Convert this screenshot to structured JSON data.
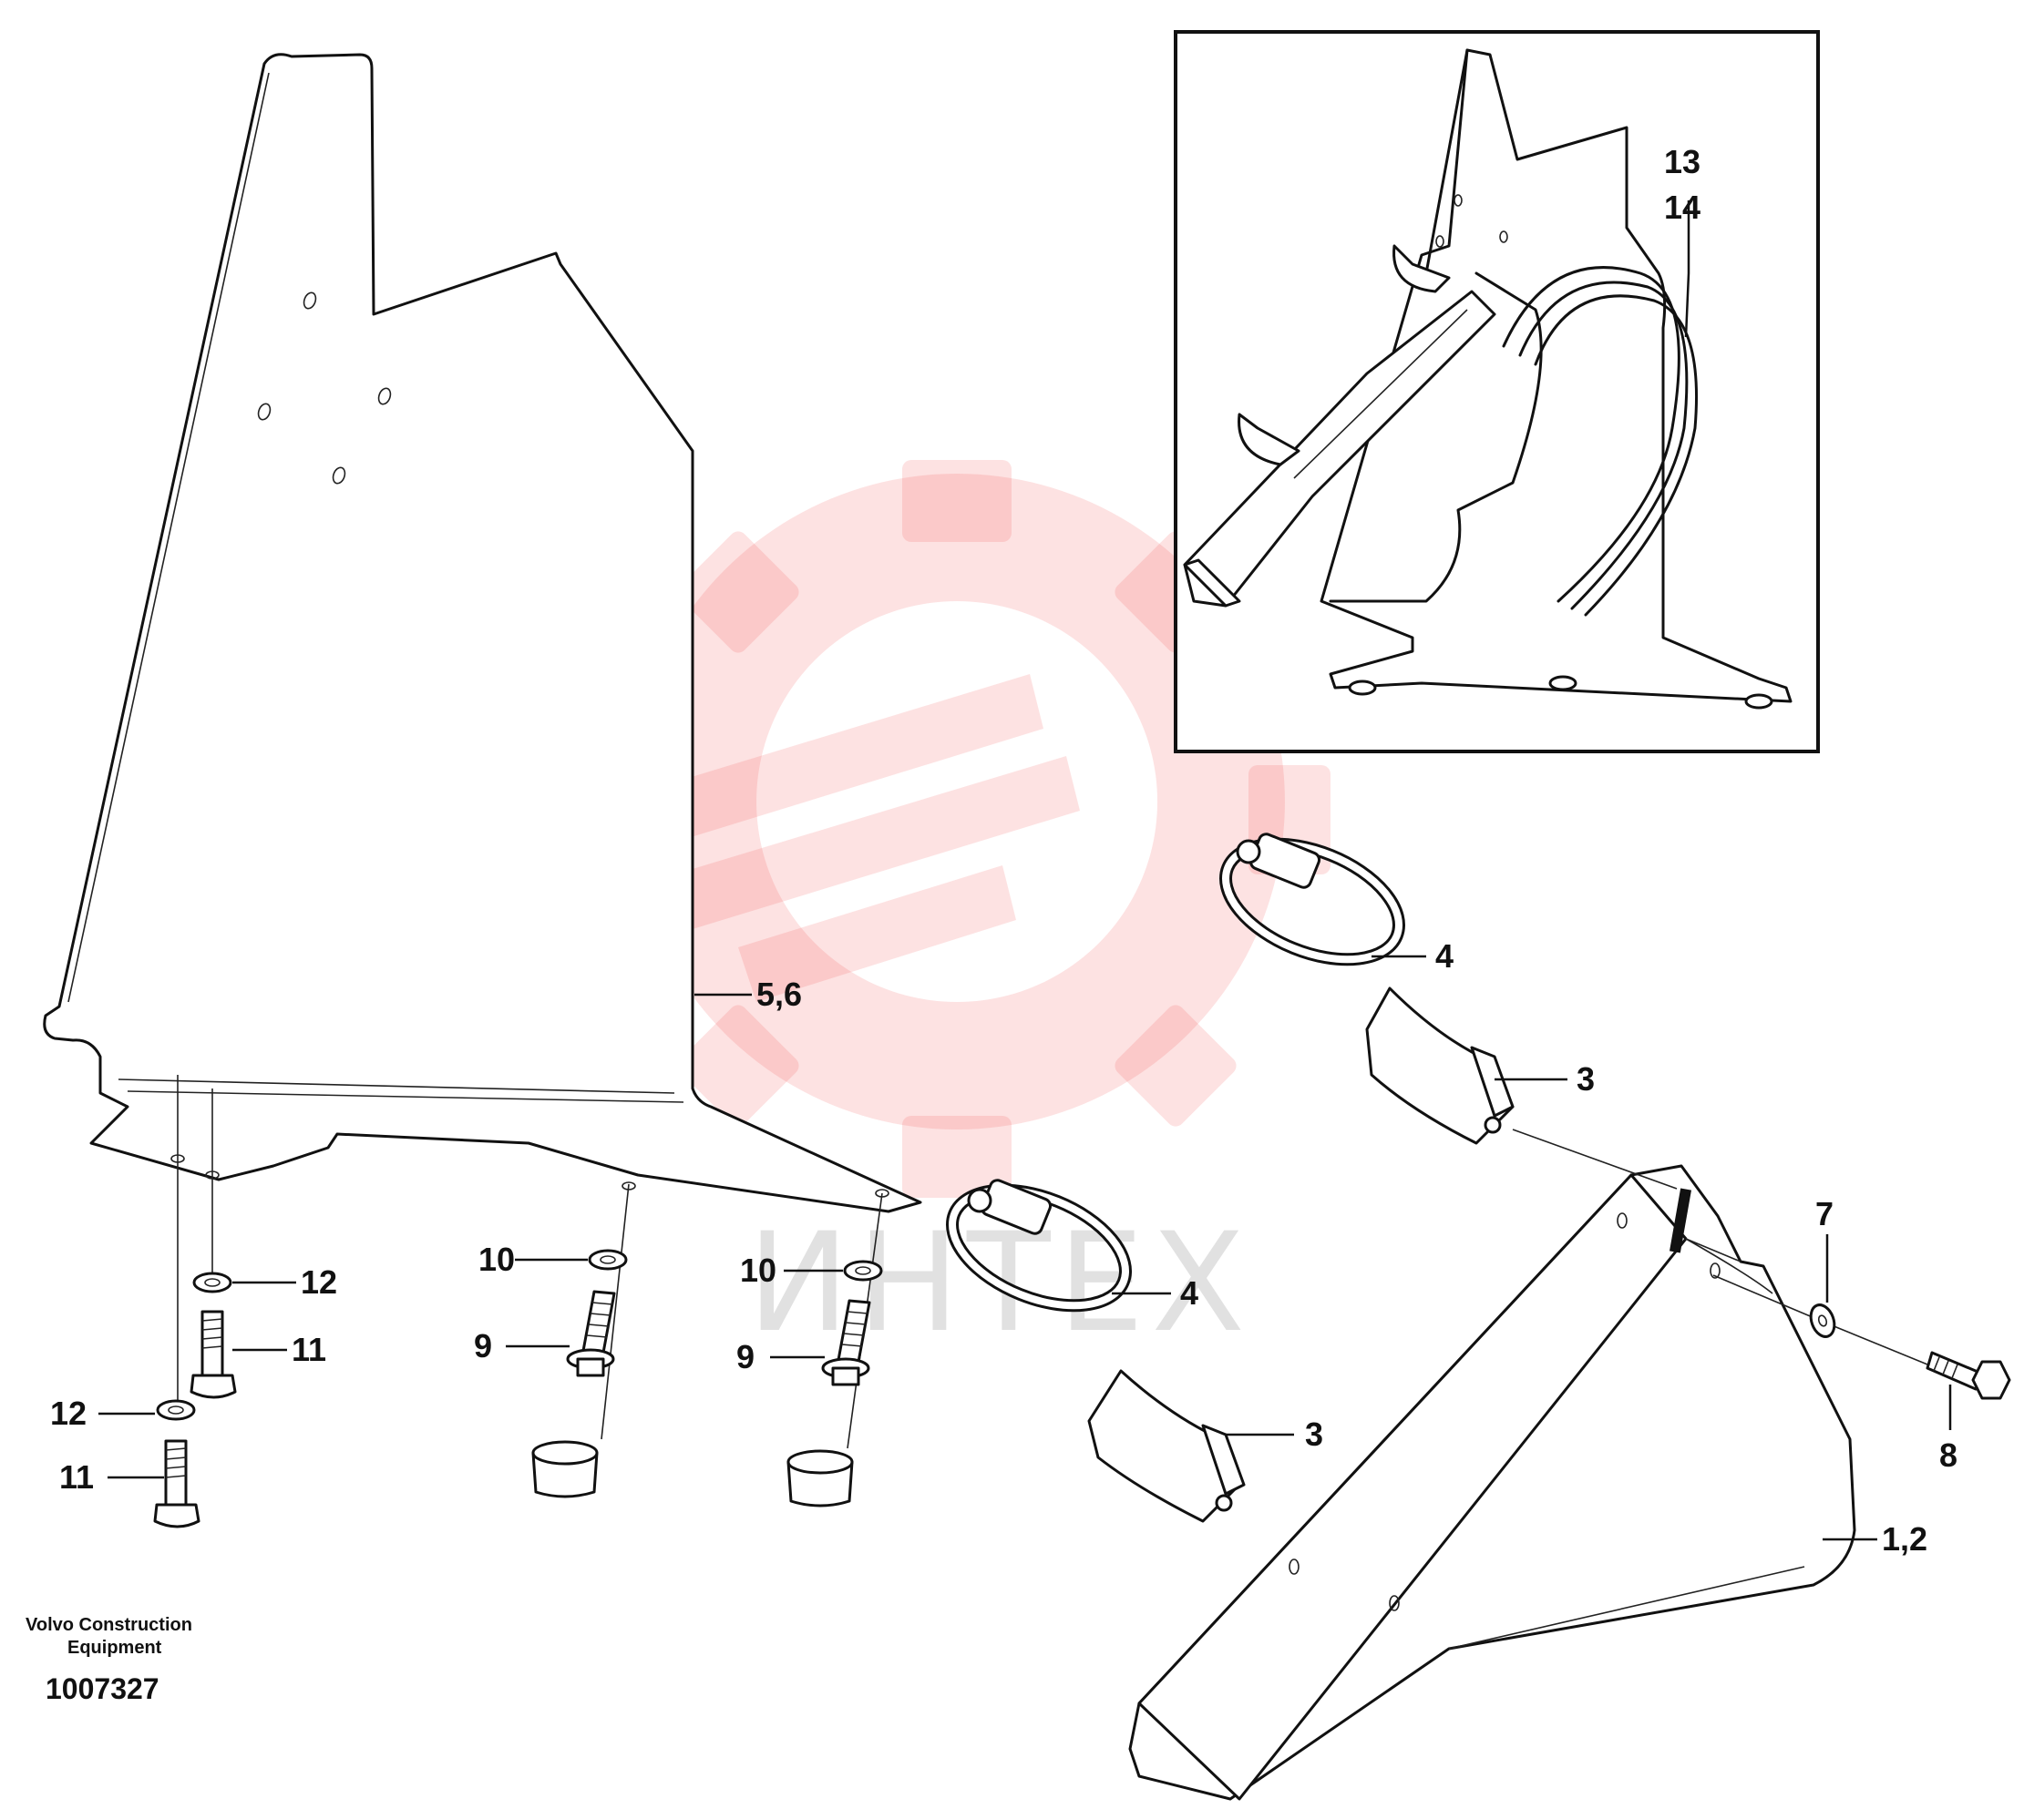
{
  "footer": {
    "company_line1": "Volvo Construction",
    "company_line2": "Equipment",
    "drawing_number": "1007327"
  },
  "watermark": {
    "text": "ИНТЕХ",
    "color": "#f04a4a"
  },
  "callouts": {
    "c_5_6": "5,6",
    "c_13": "13",
    "c_14": "14",
    "c_4_upper": "4",
    "c_3_upper": "3",
    "c_4_lower": "4",
    "c_3_lower": "3",
    "c_7": "7",
    "c_8": "8",
    "c_1_2": "1,2",
    "c_12_a": "12",
    "c_11_a": "11",
    "c_12_b": "12",
    "c_11_b": "11",
    "c_10_a": "10",
    "c_9_a": "9",
    "c_10_b": "10",
    "c_9_b": "9"
  }
}
